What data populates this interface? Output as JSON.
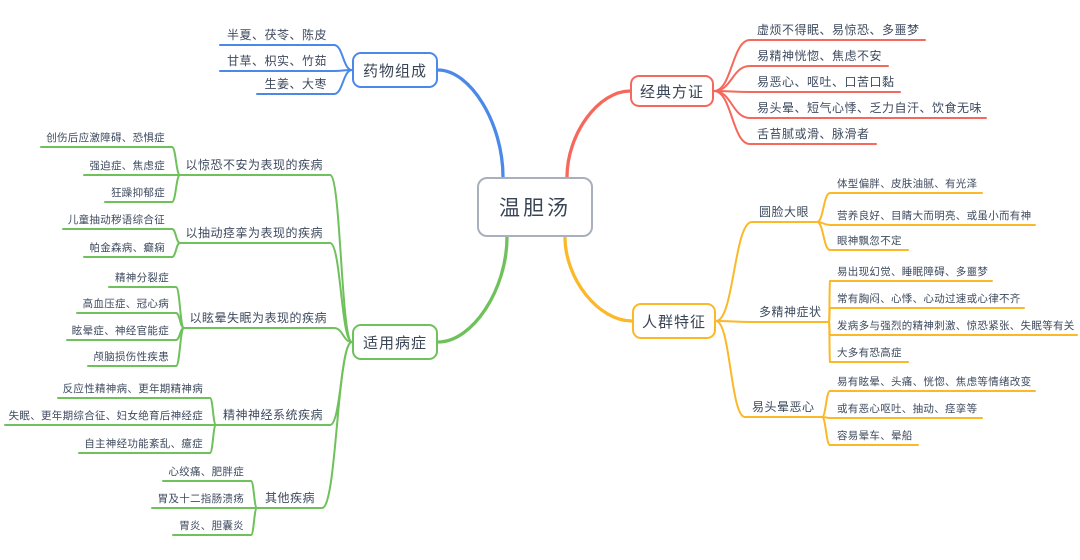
{
  "palette": {
    "composition": "#4a89e8",
    "classic": "#f4695c",
    "population": "#fbb829",
    "indications": "#6fc15c",
    "center_border": "#a8b0bc",
    "text": "#3e4a5e"
  },
  "mindmap": {
    "root": {
      "label": "温胆汤"
    },
    "branches": [
      {
        "id": "composition",
        "label": "药物组成",
        "color": "#4a89e8",
        "children": [
          {
            "label": "半夏、茯苓、陈皮"
          },
          {
            "label": "甘草、枳实、竹茹"
          },
          {
            "label": "生姜、大枣"
          }
        ]
      },
      {
        "id": "classic",
        "label": "经典方证",
        "color": "#f4695c",
        "children": [
          {
            "label": "虚烦不得眠、易惊恐、多噩梦"
          },
          {
            "label": "易精神恍惚、焦虑不安"
          },
          {
            "label": "易恶心、呕吐、口苦口黏"
          },
          {
            "label": "易头晕、短气心悸、乏力自汗、饮食无味"
          },
          {
            "label": "舌苔腻或滑、脉滑者"
          }
        ]
      },
      {
        "id": "population",
        "label": "人群特征",
        "color": "#fbb829",
        "children": [
          {
            "label": "圆脸大眼",
            "children": [
              {
                "label": "体型偏胖、皮肤油腻、有光泽"
              },
              {
                "label": "营养良好、目睛大而明亮、或虽小而有神"
              },
              {
                "label": "眼神飘忽不定"
              }
            ]
          },
          {
            "label": "多精神症状",
            "children": [
              {
                "label": "易出现幻觉、睡眠障碍、多噩梦"
              },
              {
                "label": "常有胸闷、心悸、心动过速或心律不齐"
              },
              {
                "label": "发病多与强烈的精神刺激、惊恐紧张、失眠等有关"
              },
              {
                "label": "大多有恐高症"
              }
            ]
          },
          {
            "label": "易头晕恶心",
            "children": [
              {
                "label": "易有眩晕、头痛、恍惚、焦虑等情绪改变"
              },
              {
                "label": "或有恶心呕吐、抽动、痉挛等"
              },
              {
                "label": "容易晕车、晕船"
              }
            ]
          }
        ]
      },
      {
        "id": "indications",
        "label": "适用病症",
        "color": "#6fc15c",
        "children": [
          {
            "label": "以惊恐不安为表现的疾病",
            "children": [
              {
                "label": "创伤后应激障碍、恐惧症"
              },
              {
                "label": "强迫症、焦虑症"
              },
              {
                "label": "狂躁抑郁症"
              }
            ]
          },
          {
            "label": "以抽动痉挛为表现的疾病",
            "children": [
              {
                "label": "儿童抽动秽语综合征"
              },
              {
                "label": "帕金森病、癫痫"
              }
            ]
          },
          {
            "label": "以眩晕失眠为表现的疾病",
            "children": [
              {
                "label": "精神分裂症"
              },
              {
                "label": "高血压症、冠心病"
              },
              {
                "label": "眩晕症、神经官能症"
              },
              {
                "label": "颅脑损伤性疾患"
              }
            ]
          },
          {
            "label": "精神神经系统疾病",
            "children": [
              {
                "label": "反应性精神病、更年期精神病"
              },
              {
                "label": "失眠、更年期综合征、妇女绝育后神经症"
              },
              {
                "label": "自主神经功能紊乱、癔症"
              }
            ]
          },
          {
            "label": "其他疾病",
            "children": [
              {
                "label": "心绞痛、肥胖症"
              },
              {
                "label": "胃及十二指肠溃疡"
              },
              {
                "label": "胃炎、胆囊炎"
              }
            ]
          }
        ]
      }
    ]
  }
}
